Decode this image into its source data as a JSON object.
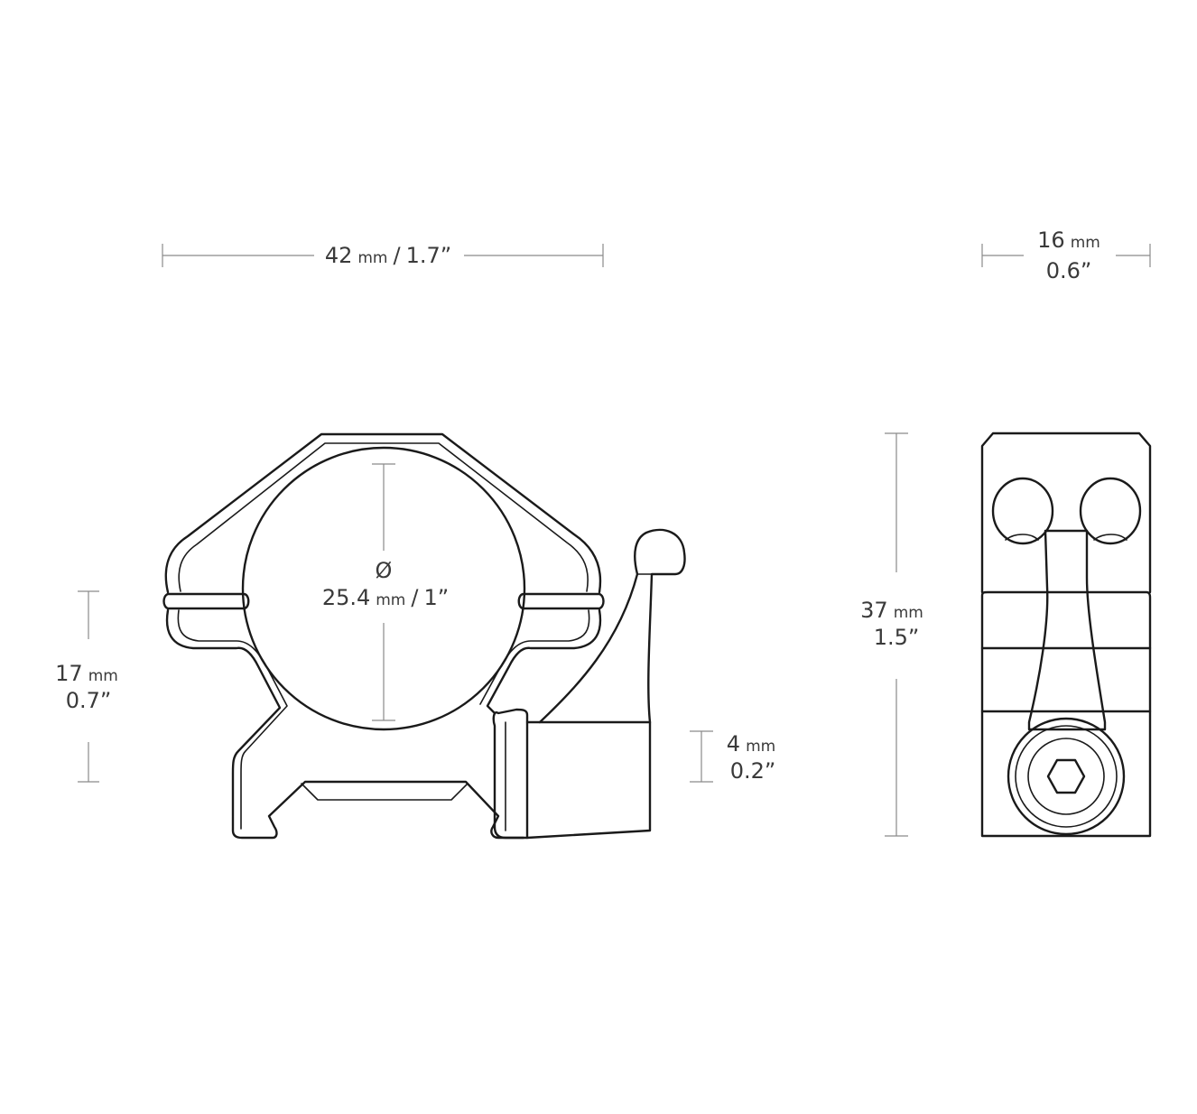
{
  "dimensions": {
    "width_front": {
      "mm": "42",
      "unit": "mm",
      "inch": "1.7”"
    },
    "width_side": {
      "mm": "16",
      "unit": "mm",
      "inch": "0.6”"
    },
    "ring_diameter": {
      "symbol": "Ø",
      "mm": "25.4",
      "unit": "mm",
      "inch": "1”"
    },
    "center_height": {
      "mm": "17",
      "unit": "mm",
      "inch": "0.7”"
    },
    "base_height": {
      "mm": "4",
      "unit": "mm",
      "inch": "0.2”"
    },
    "total_height": {
      "mm": "37",
      "unit": "mm",
      "inch": "1.5”"
    }
  },
  "colors": {
    "line": "#1a1a1a",
    "dimension_line": "#8a8a8a",
    "text": "#3a3a3a",
    "background": "#ffffff"
  }
}
